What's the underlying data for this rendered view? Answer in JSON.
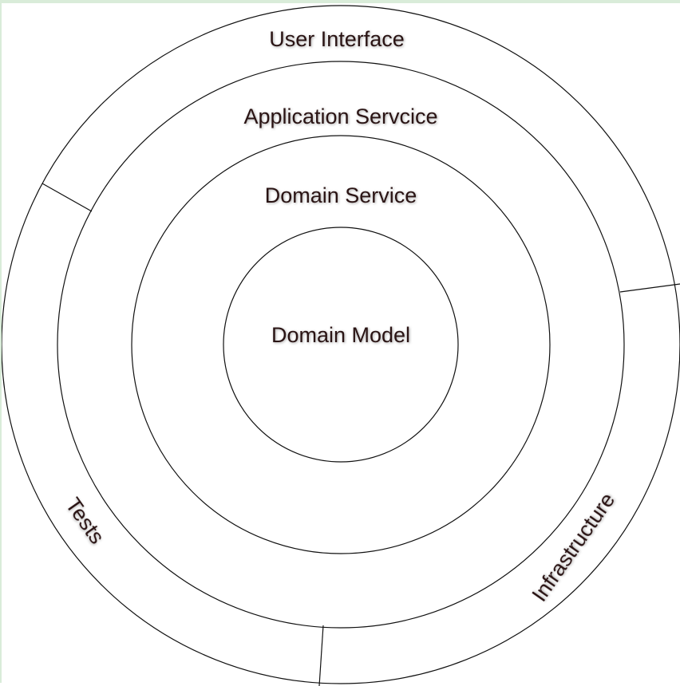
{
  "diagram": {
    "layers": [
      {
        "label": "User Interface"
      },
      {
        "label": "Application Servcice"
      },
      {
        "label": "Domain Service"
      },
      {
        "label": "Domain Model"
      }
    ],
    "side_labels": {
      "tests": "Tests",
      "infrastructure": "Infrastructure"
    }
  }
}
